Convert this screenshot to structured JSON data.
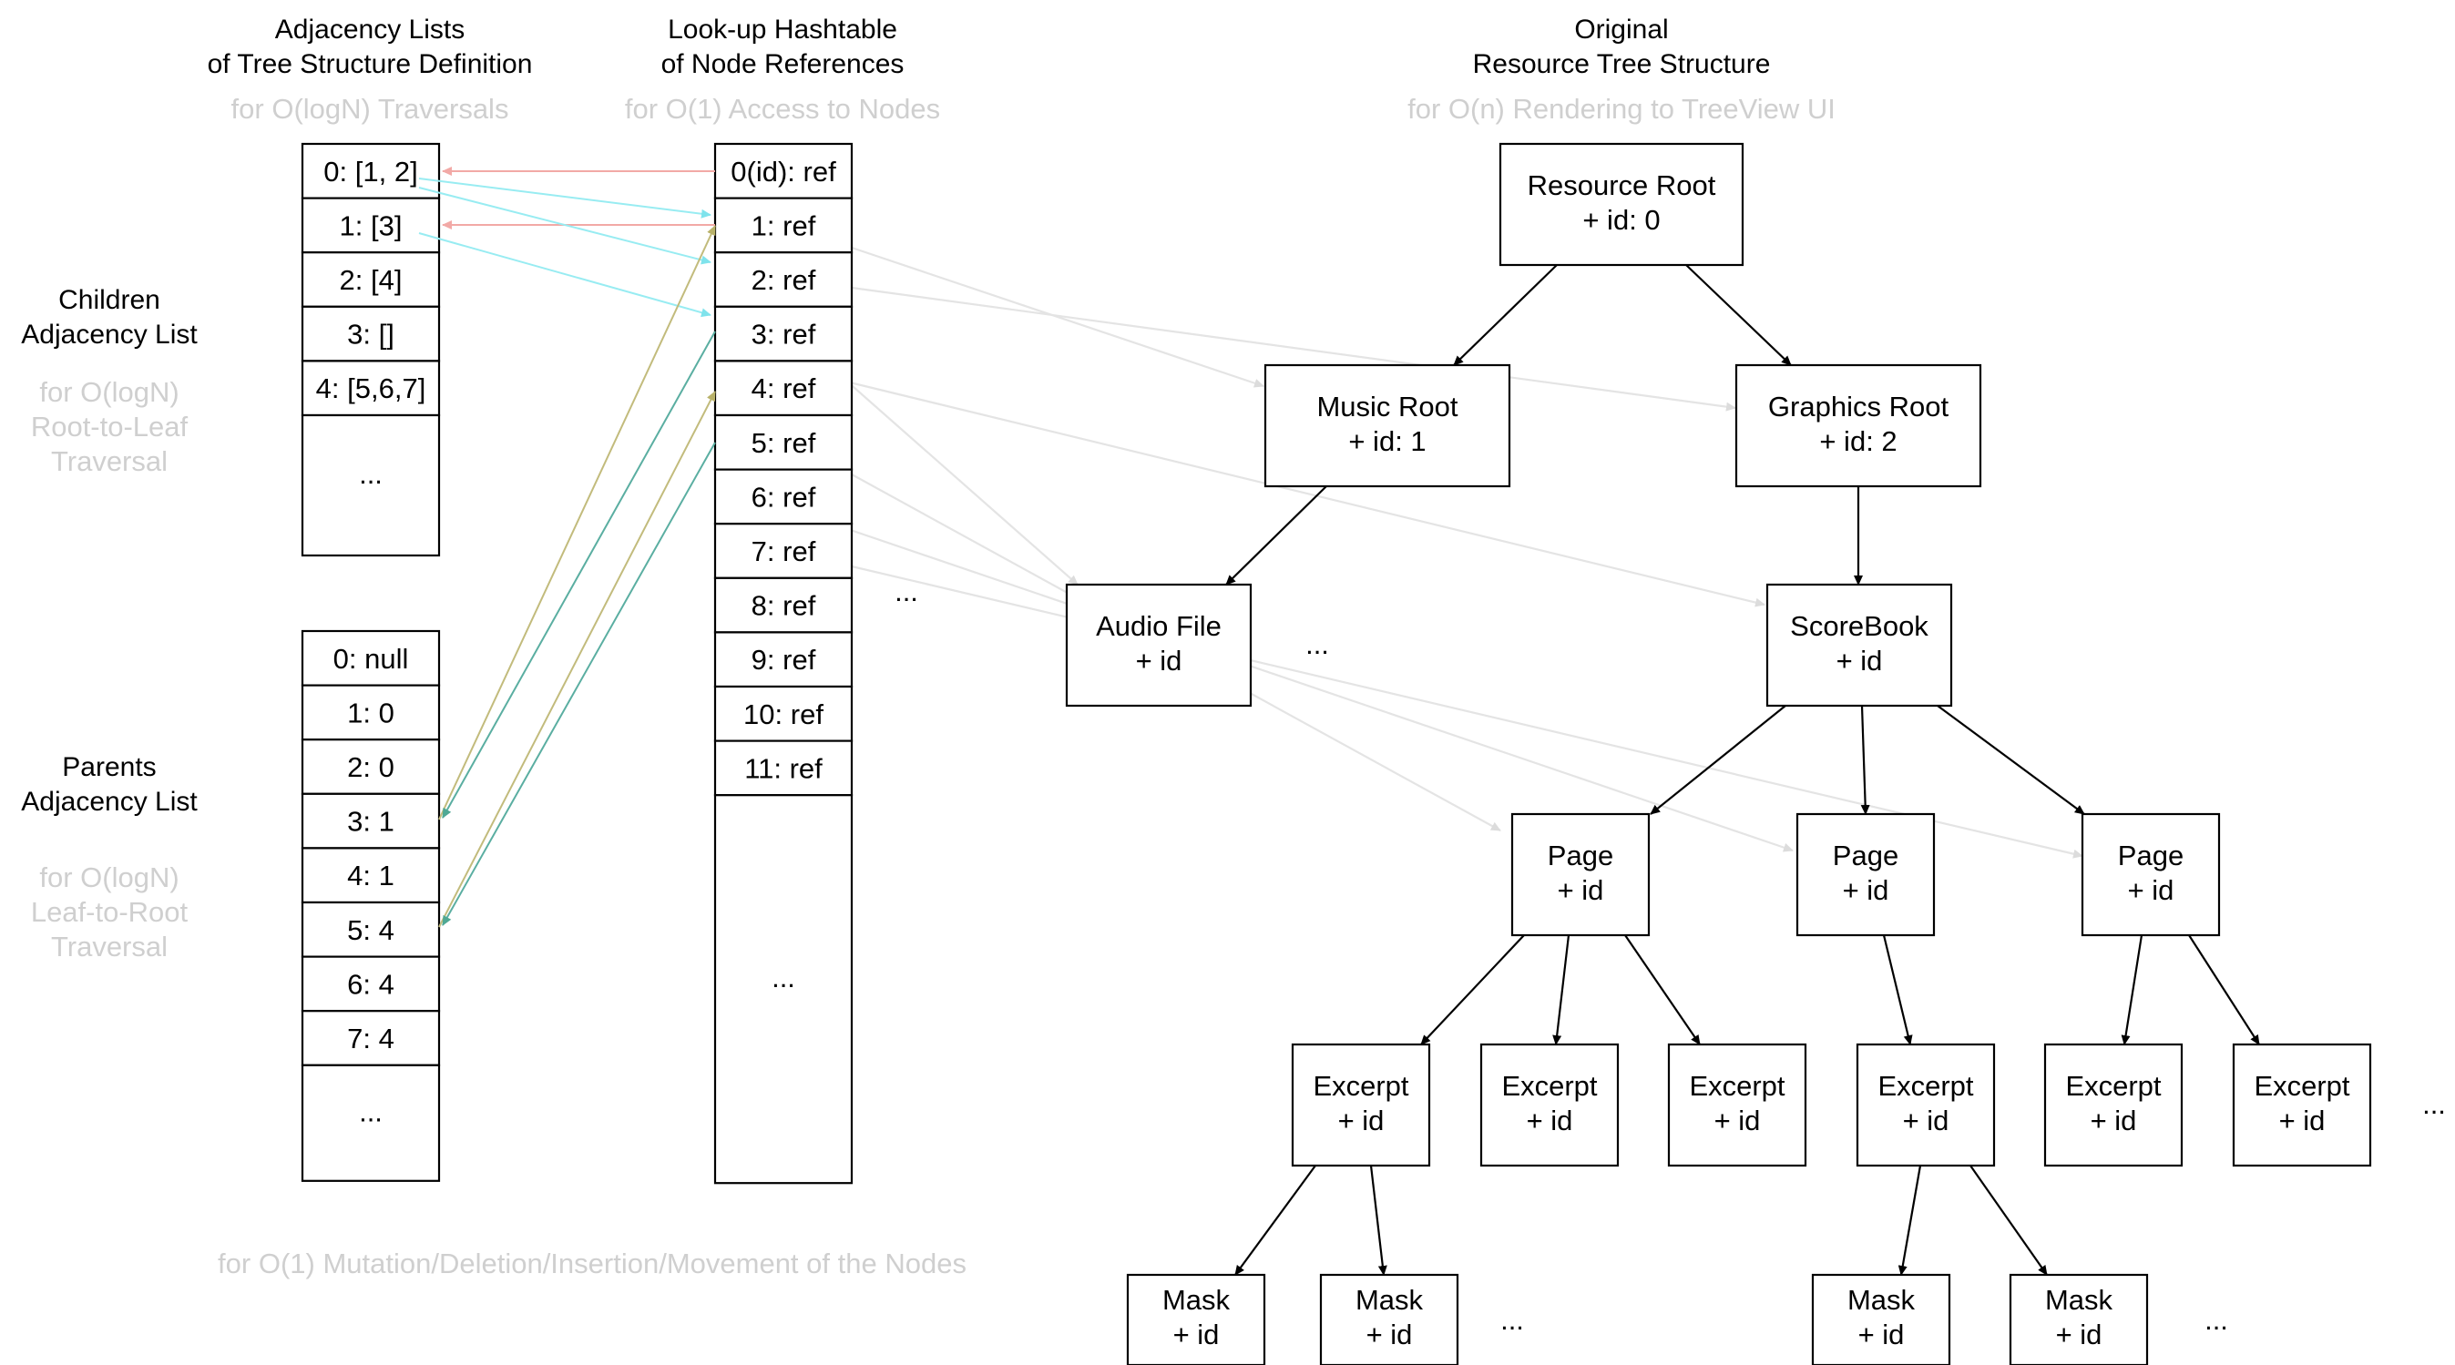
{
  "headers": {
    "adjacency": {
      "line1": "Adjacency Lists",
      "line2": "of Tree Structure Definition",
      "sub": "for O(logN) Traversals"
    },
    "hashtable": {
      "line1": "Look-up Hashtable",
      "line2": "of Node References",
      "sub": "for O(1) Access to Nodes"
    },
    "original": {
      "line1": "Original",
      "line2": "Resource Tree Structure",
      "sub": "for O(n) Rendering to TreeView UI"
    }
  },
  "side_labels": {
    "children": {
      "line1": "Children",
      "line2": "Adjacency List",
      "sub1": "for O(logN)",
      "sub2": "Root-to-Leaf",
      "sub3": "Traversal"
    },
    "parents": {
      "line1": "Parents",
      "line2": "Adjacency List",
      "sub1": "for O(logN)",
      "sub2": "Leaf-to-Root",
      "sub3": "Traversal"
    }
  },
  "children_list": [
    "0: [1, 2]",
    "1: [3]",
    "2: [4]",
    "3: []",
    "4: [5,6,7]",
    "..."
  ],
  "parents_list": [
    "0: null",
    "1: 0",
    "2: 0",
    "3: 1",
    "4: 1",
    "5: 4",
    "6: 4",
    "7: 4",
    "..."
  ],
  "hashtable": [
    "0(id): ref",
    "1: ref",
    "2: ref",
    "3: ref",
    "4: ref",
    "5: ref",
    "6: ref",
    "7: ref",
    "8: ref",
    "9: ref",
    "10: ref",
    "11: ref",
    "..."
  ],
  "tree_nodes": {
    "root": {
      "line1": "Resource Root",
      "line2": "+ id: 0"
    },
    "music": {
      "line1": "Music Root",
      "line2": "+ id: 1"
    },
    "graphics": {
      "line1": "Graphics Root",
      "line2": "+ id: 2"
    },
    "audio": {
      "line1": "Audio File",
      "line2": "+ id"
    },
    "scorebook": {
      "line1": "ScoreBook",
      "line2": "+ id"
    },
    "page1": {
      "line1": "Page",
      "line2": "+ id"
    },
    "page2": {
      "line1": "Page",
      "line2": "+ id"
    },
    "page3": {
      "line1": "Page",
      "line2": "+ id"
    },
    "excerpt1": {
      "line1": "Excerpt",
      "line2": "+ id"
    },
    "excerpt2": {
      "line1": "Excerpt",
      "line2": "+ id"
    },
    "excerpt3": {
      "line1": "Excerpt",
      "line2": "+ id"
    },
    "excerpt4": {
      "line1": "Excerpt",
      "line2": "+ id"
    },
    "excerpt5": {
      "line1": "Excerpt",
      "line2": "+ id"
    },
    "excerpt6": {
      "line1": "Excerpt",
      "line2": "+ id"
    },
    "mask1": {
      "line1": "Mask",
      "line2": "+ id"
    },
    "mask2": {
      "line1": "Mask",
      "line2": "+ id"
    },
    "mask3": {
      "line1": "Mask",
      "line2": "+ id"
    },
    "mask4": {
      "line1": "Mask",
      "line2": "+ id"
    }
  },
  "ellipsis": "...",
  "bottom_note": "for O(1) Mutation/Deletion/Insertion/Movement of the Nodes",
  "colors": {
    "line": "#000000",
    "muted_text": "#cfcfcf",
    "ref_arrow": "#e4e4e4",
    "red_arrow": "#f2a9a6",
    "cyan_arrow": "#98ecf2",
    "olive_arrow": "#c2bb7c",
    "teal_arrow": "#5aaea1"
  }
}
